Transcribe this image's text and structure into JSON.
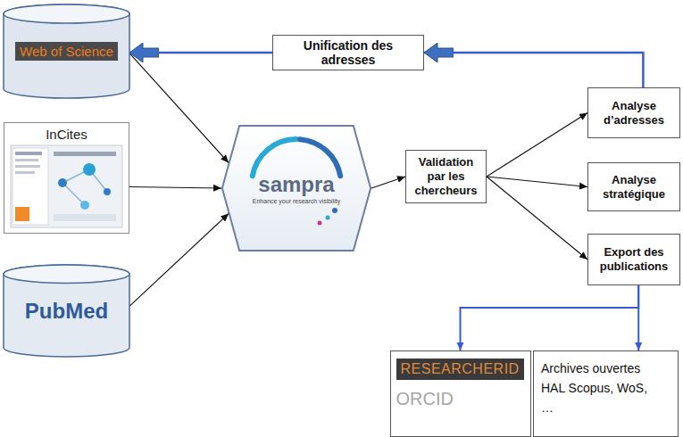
{
  "diagram": {
    "nodes": [
      {
        "text": [
          "Web of Science"
        ]
      },
      {
        "text": [
          "InCites"
        ]
      },
      {
        "text": [
          "PubMed"
        ]
      },
      {
        "text": [
          "sampra",
          "Enhance your research visibility"
        ]
      },
      {
        "text": [
          "Validation par les chercheurs"
        ]
      },
      {
        "text": [
          "Analyse d’adresses"
        ]
      },
      {
        "text": [
          "Analyse stratégique"
        ]
      },
      {
        "text": [
          "Export des publications"
        ]
      },
      {
        "text": [
          "Unification des adresses"
        ]
      },
      {
        "text": [
          "RESEARCHERID",
          "ORCID"
        ]
      },
      {
        "text": [
          "Archives ouvertes HAL Scopus, WoS, …"
        ]
      }
    ],
    "edges": [
      {
        "from": 0,
        "to": 3,
        "arrow": "to"
      },
      {
        "from": 1,
        "to": 3,
        "arrow": "to"
      },
      {
        "from": 2,
        "to": 3,
        "arrow": "to"
      },
      {
        "from": 3,
        "to": 4,
        "arrow": "to"
      },
      {
        "from": 4,
        "to": 5,
        "arrow": "to"
      },
      {
        "from": 4,
        "to": 6,
        "arrow": "to"
      },
      {
        "from": 4,
        "to": 7,
        "arrow": "to"
      },
      {
        "from": 5,
        "to": 8,
        "arrow": "to"
      },
      {
        "from": 8,
        "to": 0,
        "arrow": "to"
      },
      {
        "from": 7,
        "to": 9,
        "arrow": "to"
      },
      {
        "from": 7,
        "to": 10,
        "arrow": "to"
      }
    ]
  }
}
